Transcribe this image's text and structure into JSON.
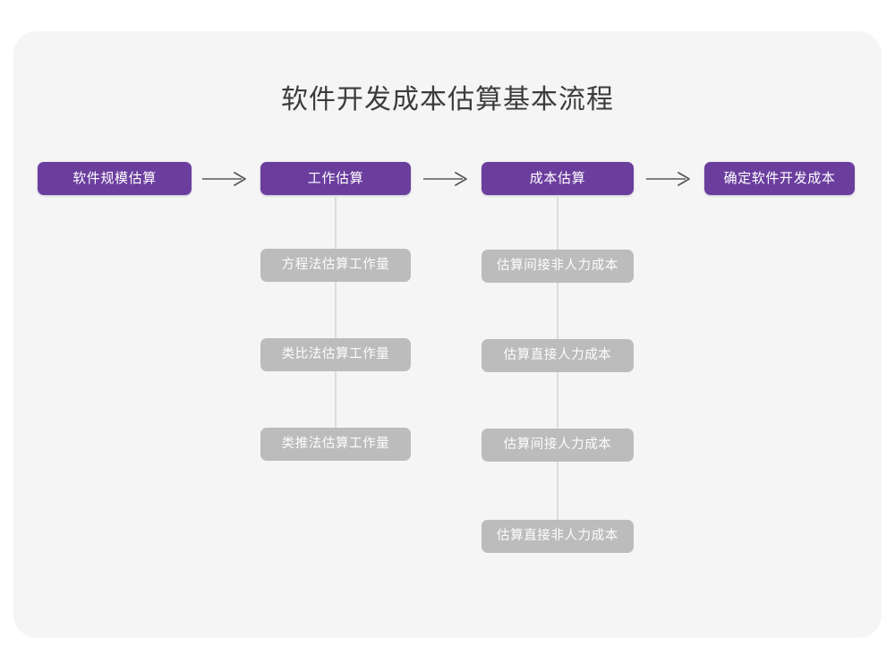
{
  "title": "软件开发成本估算基本流程",
  "colors": {
    "card_background": "#f5f5f5",
    "page_background": "#ffffff",
    "primary_node": "#6b3e9e",
    "secondary_node": "#bcbcbc",
    "title_text": "#3c3c3c",
    "connector": "#dcdcdc",
    "arrow": "#5a5a5a"
  },
  "flow": {
    "main_steps": [
      {
        "id": "step-1",
        "label": "软件规模估算"
      },
      {
        "id": "step-2",
        "label": "工作估算"
      },
      {
        "id": "step-3",
        "label": "成本估算"
      },
      {
        "id": "step-4",
        "label": "确定软件开发成本"
      }
    ],
    "arrows": [
      {
        "id": "arrow-1",
        "glyph": "long-right-arrow"
      },
      {
        "id": "arrow-2",
        "glyph": "long-right-arrow"
      },
      {
        "id": "arrow-3",
        "glyph": "long-right-arrow"
      }
    ],
    "branches": [
      {
        "parent": "step-2",
        "items": [
          {
            "label": "方程法估算工作量"
          },
          {
            "label": "类比法估算工作量"
          },
          {
            "label": "类推法估算工作量"
          }
        ]
      },
      {
        "parent": "step-3",
        "items": [
          {
            "label": "估算间接非人力成本"
          },
          {
            "label": "估算直接人力成本"
          },
          {
            "label": "估算间接人力成本"
          },
          {
            "label": "估算直接非人力成本"
          }
        ]
      }
    ]
  }
}
